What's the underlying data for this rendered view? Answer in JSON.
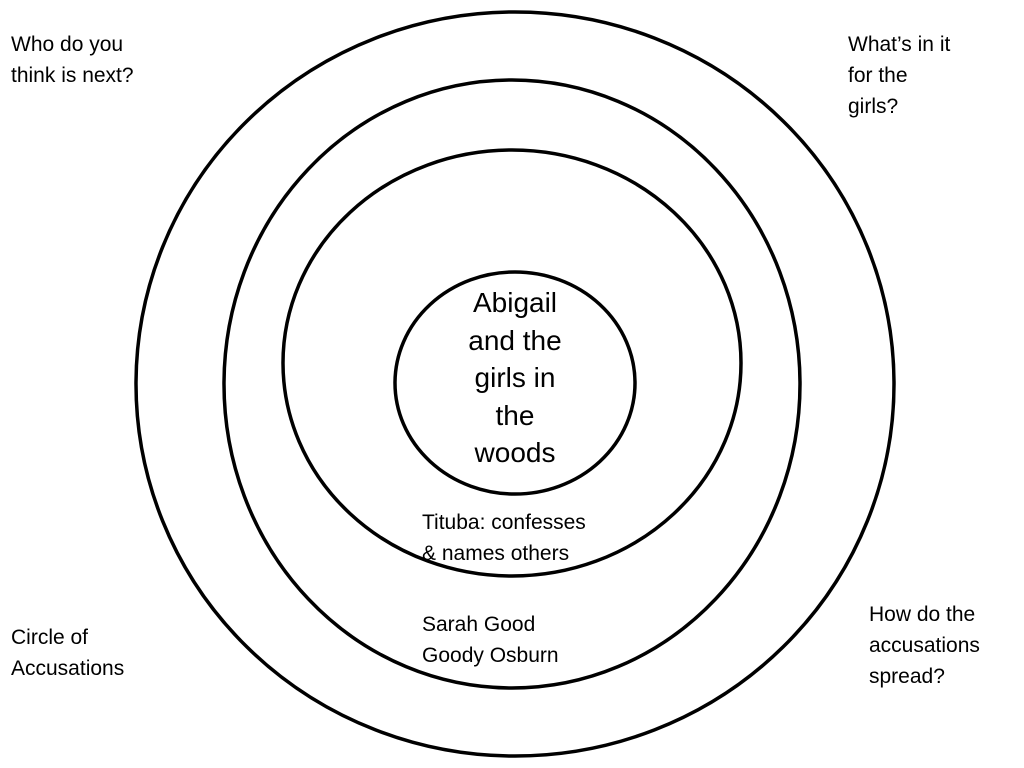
{
  "diagram": {
    "rings": [
      {
        "id": "center",
        "text": "Abigail\nand the\ngirls in\nthe\nwoods"
      },
      {
        "id": "ring-2",
        "text": "Tituba: confesses\n& names others"
      },
      {
        "id": "ring-3",
        "text": "Sarah Good\nGoody Osburn"
      },
      {
        "id": "ring-4",
        "text": ""
      }
    ]
  },
  "corner_labels": {
    "top_left": "Who do you\nthink is next?",
    "top_right": "What’s in it\nfor the\ngirls?",
    "bottom_left": "Circle of\nAccusations",
    "bottom_right": "How do the\naccusations\nspread?"
  }
}
